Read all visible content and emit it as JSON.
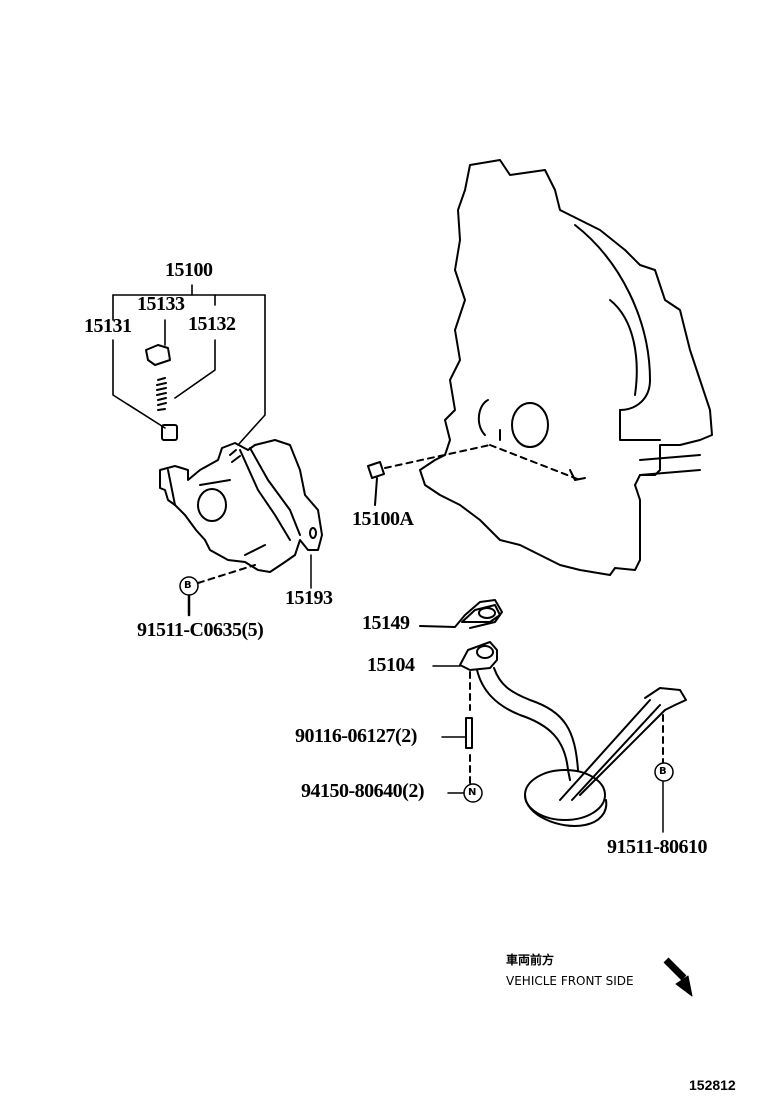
{
  "diagram": {
    "parts": {
      "oil_pump_assy": "15100",
      "plug": "15133",
      "valve": "15131",
      "spring": "15132",
      "o_ring": "15100A",
      "gasket_pump": "15193",
      "bolt_pump": "91511-C0635(5)",
      "gasket_strainer": "15149",
      "strainer": "15104",
      "stud": "90116-06127(2)",
      "nut": "94150-80640(2)",
      "bolt_strainer": "91511-80610"
    },
    "callout_symbols": {
      "bolt": "B",
      "nut": "N"
    },
    "direction_note": {
      "japanese": "車両前方",
      "english": "VEHICLE FRONT SIDE"
    },
    "figure_number": "152812"
  }
}
